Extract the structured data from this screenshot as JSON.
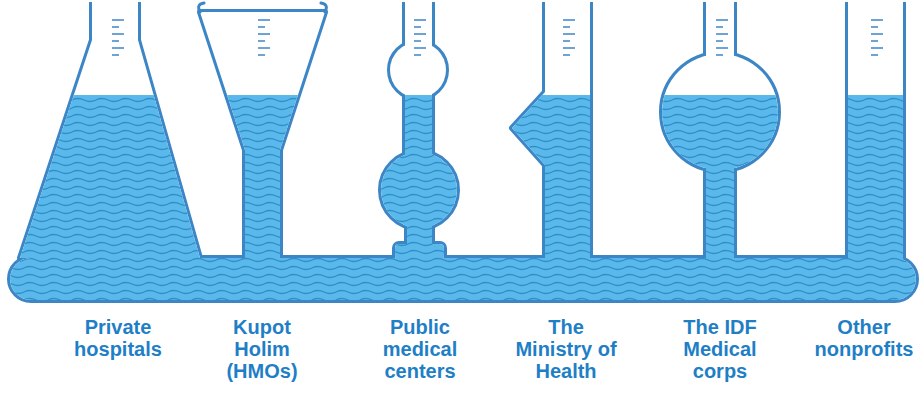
{
  "diagram": {
    "labels": [
      "Private hospitals",
      "Kupot Holim (HMOs)",
      "Public medical centers",
      "The Ministry of Health",
      "The IDF Medical corps",
      "Other nonprofits"
    ]
  }
}
